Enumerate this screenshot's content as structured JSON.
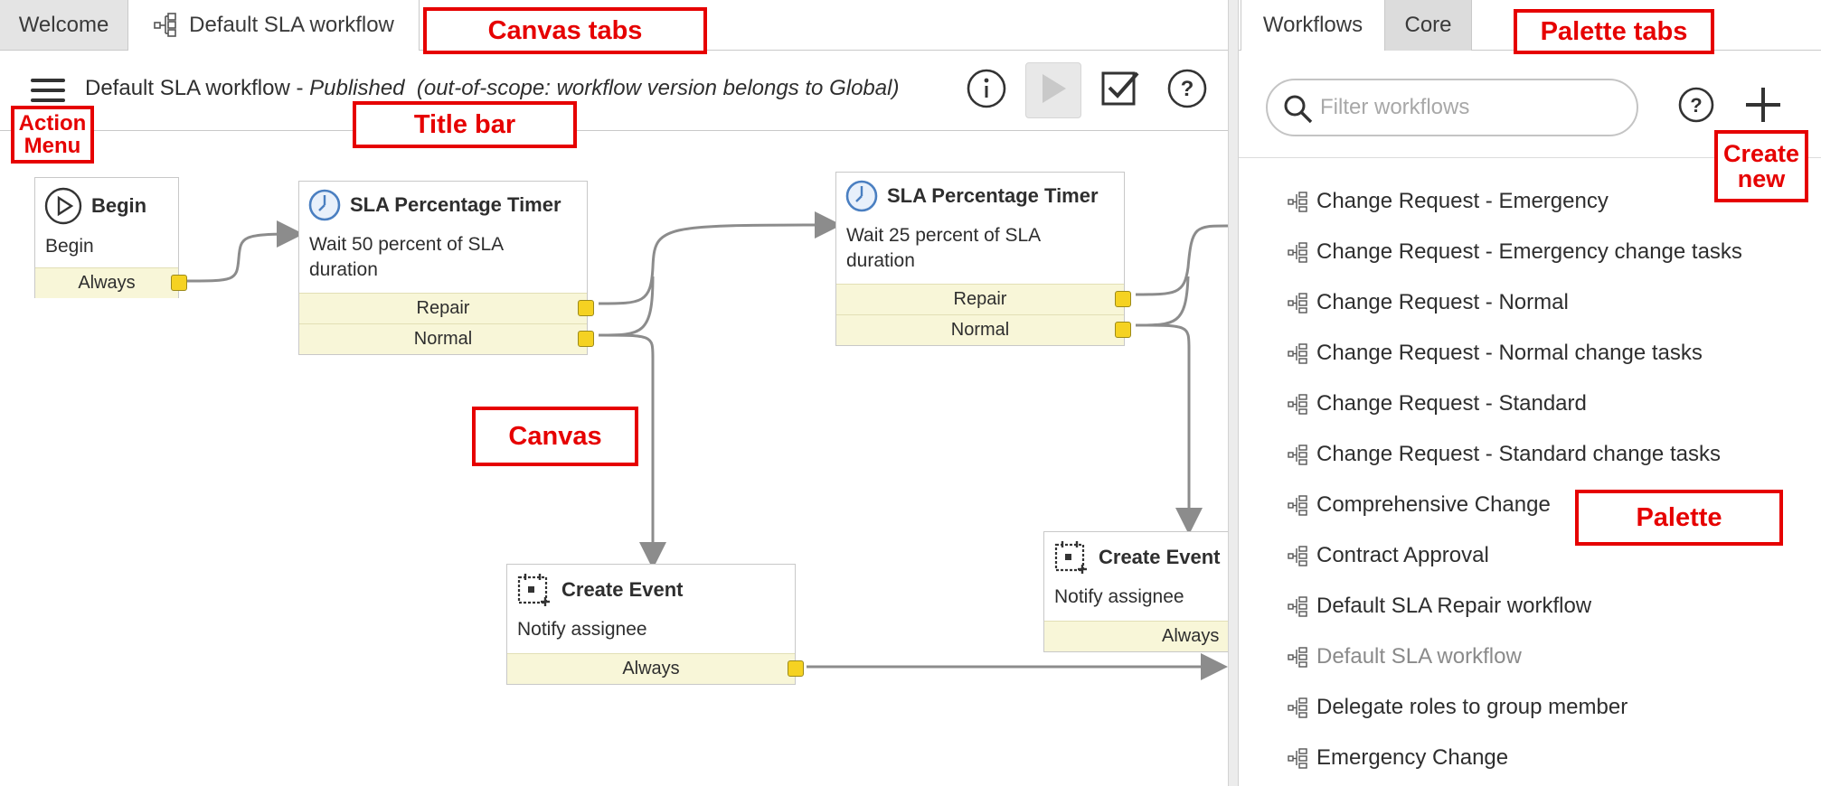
{
  "canvas_tabs": [
    {
      "label": "Welcome",
      "active": false
    },
    {
      "label": "Default SLA workflow",
      "active": true
    }
  ],
  "title_bar": {
    "name": "Default SLA workflow",
    "separator": " - ",
    "status": "Published  (out-of-scope: workflow version belongs to Global)",
    "buttons": [
      "info-icon",
      "run-icon",
      "validate-icon",
      "help-icon"
    ]
  },
  "nodes": {
    "begin": {
      "title": "Begin",
      "body": "Begin",
      "exits": [
        "Always"
      ],
      "icon": "play-circle-icon"
    },
    "timer1": {
      "title": "SLA Percentage Timer",
      "body": "Wait 50 percent of SLA duration",
      "exits": [
        "Repair",
        "Normal"
      ],
      "icon": "clock-icon"
    },
    "timer2": {
      "title": "SLA Percentage Timer",
      "body": "Wait 25 percent of SLA duration",
      "exits": [
        "Repair",
        "Normal"
      ],
      "icon": "clock-icon"
    },
    "event1": {
      "title": "Create Event",
      "body": "Notify assignee",
      "exits": [
        "Always"
      ],
      "icon": "calendar-add-icon"
    },
    "event2": {
      "title": "Create Event",
      "body": "Notify assignee",
      "exits": [
        "Always"
      ],
      "icon": "calendar-add-icon"
    }
  },
  "palette_tabs": [
    {
      "label": "Workflows",
      "active": true
    },
    {
      "label": "Core",
      "active": false
    }
  ],
  "palette": {
    "search_placeholder": "Filter workflows",
    "items": [
      {
        "label": "Change Request - Emergency",
        "dim": false
      },
      {
        "label": "Change Request - Emergency change tasks",
        "dim": false
      },
      {
        "label": "Change Request - Normal",
        "dim": false
      },
      {
        "label": "Change Request - Normal change tasks",
        "dim": false
      },
      {
        "label": "Change Request - Standard",
        "dim": false
      },
      {
        "label": "Change Request - Standard change tasks",
        "dim": false
      },
      {
        "label": "Comprehensive Change",
        "dim": false
      },
      {
        "label": "Contract Approval",
        "dim": false
      },
      {
        "label": "Default SLA Repair workflow",
        "dim": false
      },
      {
        "label": "Default SLA workflow",
        "dim": true
      },
      {
        "label": "Delegate roles to group member",
        "dim": false
      },
      {
        "label": "Emergency Change",
        "dim": false
      }
    ]
  },
  "annotations": {
    "canvas_tabs": "Canvas tabs",
    "action_menu_line1": "Action",
    "action_menu_line2": "Menu",
    "title_bar": "Title bar",
    "canvas": "Canvas",
    "palette_tabs": "Palette tabs",
    "create_new_line1": "Create",
    "create_new_line2": "new",
    "palette": "Palette"
  },
  "colors": {
    "annotation_red": "#e60000",
    "exit_bg": "#f8f6d8",
    "port_yellow": "#f5d222",
    "connector_gray": "#8c8c8c",
    "timer_icon_blue": "#4a7fc1"
  }
}
